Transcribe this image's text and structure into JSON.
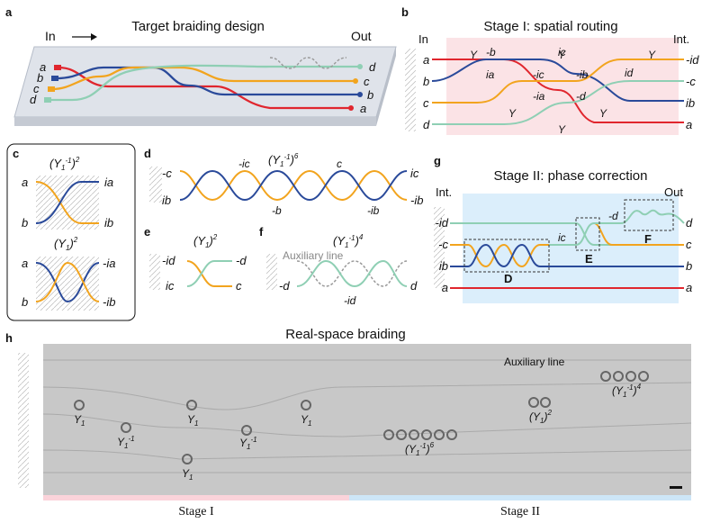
{
  "colors": {
    "red": "#e0262e",
    "blue": "#2a4a9a",
    "orange": "#f2a41e",
    "green": "#8fcfb4",
    "pink": "#fbe3e6",
    "lightblue": "#dbeefb",
    "grey": "#9a9a9a"
  },
  "panel_a": {
    "letter": "a",
    "title": "Target braiding design",
    "in": "In",
    "out": "Out",
    "ports_in": [
      "a",
      "b",
      "c",
      "d"
    ],
    "ports_out": [
      "d",
      "c",
      "b",
      "a"
    ]
  },
  "panel_b": {
    "letter": "b",
    "title": "Stage I: spatial routing",
    "in": "In",
    "int": "Int.",
    "inputs": [
      "a",
      "b",
      "c",
      "d"
    ],
    "outputs": [
      "-id",
      "-c",
      "ib",
      "a"
    ],
    "labels": [
      "-b",
      "ic",
      "ia",
      "-ic",
      "-ib",
      "id",
      "-ia",
      "-d"
    ],
    "ops": [
      "Y",
      "Y",
      "Y",
      "Y",
      "Y",
      "Y"
    ]
  },
  "panel_c": {
    "letter": "c",
    "top_title": "(Y",
    "top_title_sup1": "-1",
    "top_title_end": ")",
    "top_title_sup2": "2",
    "top_left": [
      "a",
      "b"
    ],
    "top_right": [
      "ia",
      "ib"
    ],
    "bot_title": "(Y",
    "bot_title_sup": "2",
    "bot_left": [
      "a",
      "b"
    ],
    "bot_right": [
      "-ia",
      "-ib"
    ]
  },
  "panel_d": {
    "letter": "d",
    "title": "(Y",
    "title_sup1": "-1",
    "title_sup2": "6",
    "left": [
      "-c",
      "ib"
    ],
    "right": [
      "ic",
      "-ib"
    ],
    "mid_top": [
      "-ic",
      "c"
    ],
    "mid_bot": [
      "-b",
      "-ib"
    ]
  },
  "panel_e": {
    "letter": "e",
    "title": "(Y",
    "title_sup": "2",
    "left": [
      "-id",
      "ic"
    ],
    "right": [
      "-d",
      "c"
    ]
  },
  "panel_f": {
    "letter": "f",
    "title": "(Y",
    "title_sup1": "-1",
    "title_sup2": "4",
    "aux": "Auxiliary line",
    "left": "-d",
    "right": "d",
    "mid": "-id"
  },
  "panel_g": {
    "letter": "g",
    "title": "Stage II: phase correction",
    "int": "Int.",
    "out": "Out",
    "left": [
      "-id",
      "-c",
      "ib",
      "a"
    ],
    "right": [
      "d",
      "c",
      "b",
      "a"
    ],
    "mid": [
      "ic",
      "-d"
    ],
    "boxes": [
      "D",
      "E",
      "F"
    ]
  },
  "panel_h": {
    "letter": "h",
    "title": "Real-space braiding",
    "aux": "Auxiliary line",
    "stage1": "Stage I",
    "stage2": "Stage II",
    "labels": [
      "Y",
      "Y",
      "Y",
      "Y",
      "Y",
      "Y",
      "(Y",
      "(Y",
      "(Y"
    ]
  },
  "sub": {
    "one": "1",
    "minus1": "-1"
  }
}
